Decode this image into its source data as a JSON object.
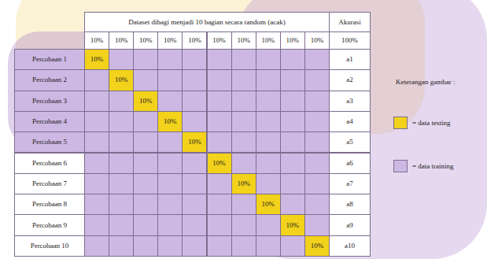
{
  "diagram": {
    "labels": [
      "Dataset dibagi menjadi 10 bagian secara random (acak)",
      "Akurasi",
      "10%",
      "10%",
      "10%",
      "10%",
      "10%",
      "10%",
      "10%",
      "10%",
      "10%",
      "10%",
      "100%",
      "Percobaan 1",
      "10%",
      "a1",
      "Percobaan 2",
      "10%",
      "a2",
      "Percobaan 3",
      "10%",
      "a3",
      "Percobaan 4",
      "10%",
      "a4",
      "Percobaan 5",
      "10%",
      "a5",
      "Percobaan 6",
      "10%",
      "a6",
      "Percobaan 7",
      "10%",
      "a7",
      "Percobaan 8",
      "10%",
      "a8",
      "Percobaan 9",
      "10%",
      "a9",
      "Percobaan 10",
      "10%",
      "a10",
      "Keterangan gambar :"
    ],
    "legend": [
      {
        "text": "= data testing",
        "color": "#f2d21b"
      },
      {
        "text": "= data training",
        "color": "#cdb8e3"
      }
    ]
  }
}
